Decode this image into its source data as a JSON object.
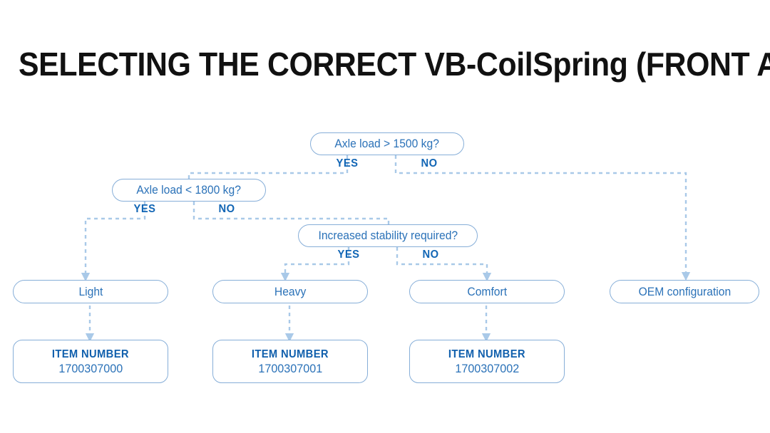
{
  "page": {
    "title": "SELECTING THE CORRECT VB-CoilSpring (FRONT AXLE)",
    "background_color": "#ffffff"
  },
  "colors": {
    "title_text": "#111111",
    "node_border": "#86aed8",
    "node_text": "#2b72b8",
    "branch_label": "#1266b5",
    "item_heading": "#1160ad",
    "connector": "#a9c9e8",
    "arrowhead": "#a9c9e8"
  },
  "flowchart": {
    "type": "decision-tree",
    "decisions": [
      {
        "id": "d1",
        "label": "Axle load > 1500 kg?",
        "yes_label": "YES",
        "no_label": "NO",
        "yes_target": "d2",
        "no_target": "r4"
      },
      {
        "id": "d2",
        "label": "Axle load < 1800 kg?",
        "yes_label": "YES",
        "no_label": "NO",
        "yes_target": "r1",
        "no_target": "d3"
      },
      {
        "id": "d3",
        "label": "Increased stability required?",
        "yes_label": "YES",
        "no_label": "NO",
        "yes_target": "r2",
        "no_target": "r3"
      }
    ],
    "results": [
      {
        "id": "r1",
        "label": "Light"
      },
      {
        "id": "r2",
        "label": "Heavy"
      },
      {
        "id": "r3",
        "label": "Comfort"
      },
      {
        "id": "r4",
        "label": "OEM configuration"
      }
    ],
    "items": [
      {
        "id": "i1",
        "heading": "ITEM NUMBER",
        "number": "1700307000",
        "from": "r1"
      },
      {
        "id": "i2",
        "heading": "ITEM NUMBER",
        "number": "1700307001",
        "from": "r2"
      },
      {
        "id": "i3",
        "heading": "ITEM NUMBER",
        "number": "1700307002",
        "from": "r3"
      }
    ]
  }
}
